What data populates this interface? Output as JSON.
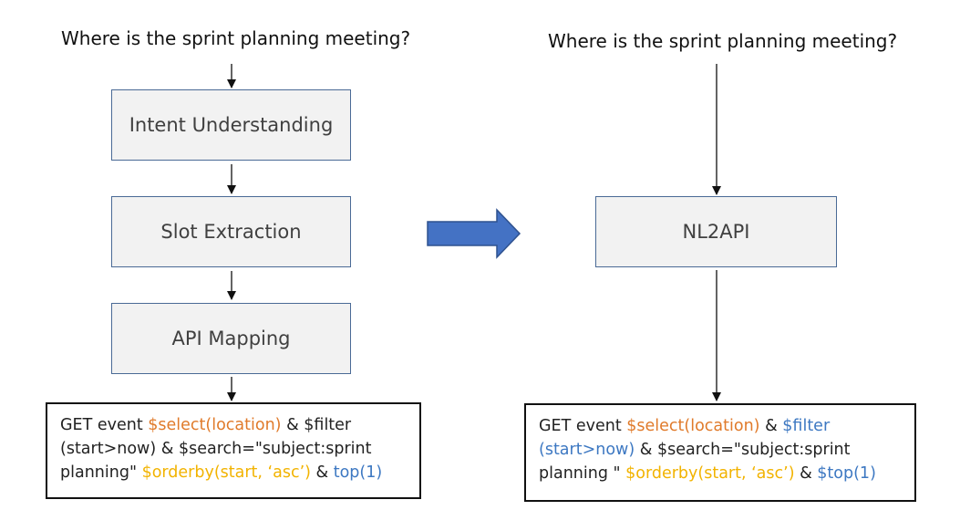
{
  "left": {
    "question": "Where is the sprint planning meeting?",
    "steps": [
      "Intent Understanding",
      "Slot Extraction",
      "API Mapping"
    ],
    "output": {
      "p1": "GET event ",
      "p2": "$select(location)",
      "p3": " & $filter (start>now) & $search=\"subject:sprint planning\" ",
      "p4": "$orderby(start, ‘asc’)",
      "p5": " & ",
      "p6": "top(1)"
    }
  },
  "right": {
    "question": "Where is the sprint planning meeting?",
    "step": "NL2API",
    "output": {
      "p1": "GET event ",
      "p2": "$select(location)",
      "p3": " & ",
      "p4": "$filter (start>now)",
      "p5": " & $search=\"subject:sprint planning \" ",
      "p6": "$orderby(start, ‘asc’)",
      "p7": " & ",
      "p8": "$top(1)"
    }
  },
  "colors": {
    "box_border": "#4a6a96",
    "box_fill": "#f2f2f2",
    "arrow_fill": "#4472c4",
    "orange": "#e07a2a",
    "gold": "#f2b300",
    "blue": "#3d78c2"
  }
}
